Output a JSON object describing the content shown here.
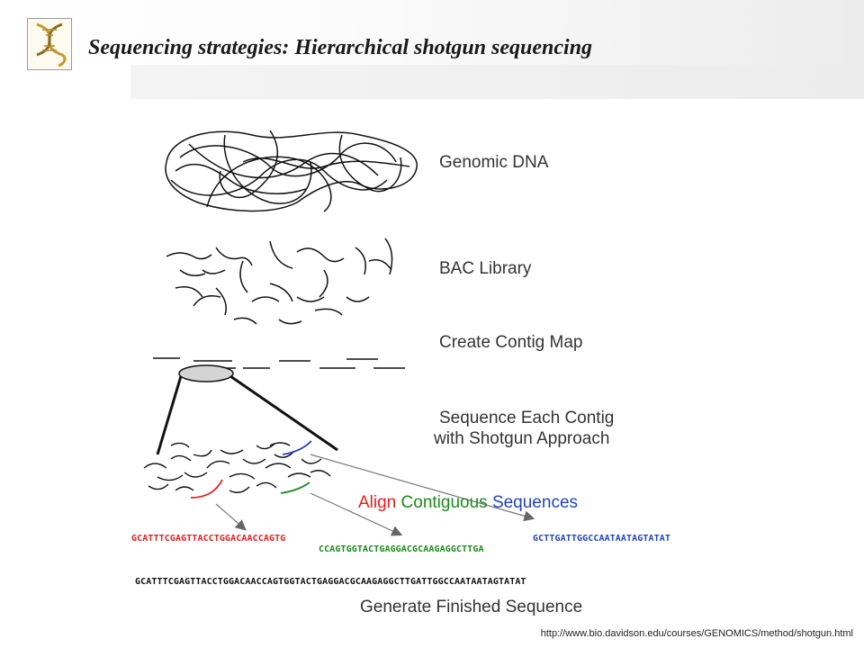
{
  "slide": {
    "title": "Sequencing strategies: Hierarchical shotgun sequencing",
    "source_url": "http://www.bio.davidson.edu/courses/GENOMICS/method/shotgun.html"
  },
  "steps": {
    "genomic_dna": "Genomic DNA",
    "bac_library": "BAC Library",
    "contig_map": "Create Contig Map",
    "sequence_line1": "Sequence Each Contig",
    "sequence_line2": "with Shotgun Approach",
    "finished": "Generate Finished Sequence"
  },
  "align": {
    "word1": "Align",
    "word2": "Contiguous",
    "word3": "Sequences"
  },
  "sequences": {
    "red": "GCATTTCGAGTTACCTGGACAACCAGTG",
    "green": "CCAGTGGTACTGAGGACGCAAGAGGCTTGA",
    "blue": "GCTTGATTGGCCAATAATAGTATAT",
    "finished": "GCATTTCGAGTTACCTGGACAACCAGTGGTACTGAGGACGCAAGAGGCTTGATTGGCCAATAATAGTATAT"
  },
  "colors": {
    "red": "#e02020",
    "green": "#1a8a1a",
    "blue": "#2244bb",
    "label": "#333333"
  },
  "icons": {
    "logo": "dna-helix-icon"
  }
}
